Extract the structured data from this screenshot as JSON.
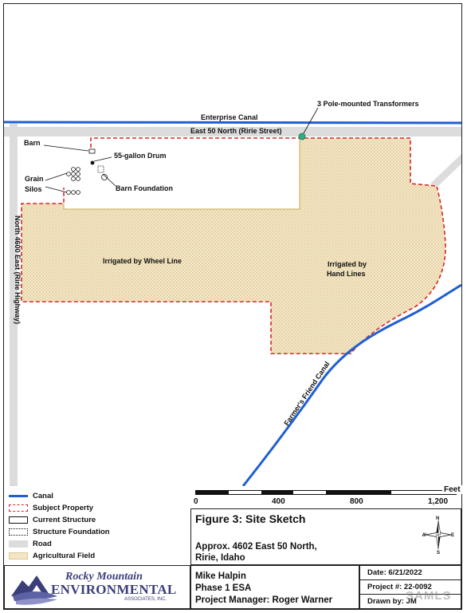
{
  "map": {
    "roads": {
      "east_50_north": "East 50 North (Ririe Street)",
      "north_4600_east": "North 4600 East (Ririe Highway)"
    },
    "canals": {
      "enterprise": "Enterprise Canal",
      "farmers_friend": "Farmer's Friend Canal"
    },
    "labels": {
      "barn": "Barn",
      "drum": "55-gallon Drum",
      "grain_silos_line1": "Grain",
      "grain_silos_line2": "Silos",
      "barn_foundation": "Barn Foundation",
      "transformers": "3 Pole-mounted Transformers",
      "wheel_line": "Irrigated by Wheel Line",
      "hand_lines_line1": "Irrigated by",
      "hand_lines_line2": "Hand Lines"
    },
    "watermark": "SAMLS"
  },
  "legend": {
    "items": [
      {
        "label": "Canal",
        "symbol": "canal"
      },
      {
        "label": "Subject Property",
        "symbol": "subject"
      },
      {
        "label": "Current Structure",
        "symbol": "structure"
      },
      {
        "label": "Structure Foundation",
        "symbol": "foundation"
      },
      {
        "label": "Road",
        "symbol": "road"
      },
      {
        "label": "Agricultural Field",
        "symbol": "field"
      }
    ]
  },
  "scale_bar": {
    "unit": "Feet",
    "ticks": [
      "0",
      "400",
      "800",
      "1,200"
    ]
  },
  "title_block": {
    "figure_title": "Figure 3: Site Sketch",
    "address_line1": "Approx. 4602 East 50 North,",
    "address_line2": "Ririe, Idaho",
    "client": "Mike Halpin",
    "project_type": "Phase 1 ESA",
    "project_manager": "Project Manager: Roger Warner",
    "date": "Date: 6/21/2022",
    "project_number": "Project #: 22-0092",
    "drawn_by": "Drawn by: JM"
  },
  "company": {
    "name_line1": "Rocky Mountain",
    "name_line2": "ENVIRONMENTAL",
    "name_line3": "ASSOCIATES, INC."
  },
  "compass": {
    "n": "N",
    "s": "S",
    "e": "E",
    "w": "W"
  },
  "colors": {
    "canal": "#1f5fd1",
    "subject_boundary": "#d32a2a",
    "field_fill": "#f2e6c6",
    "field_dots": "#d8b56a",
    "road": "#dcdcdc",
    "transformer": "#2fae7c"
  }
}
